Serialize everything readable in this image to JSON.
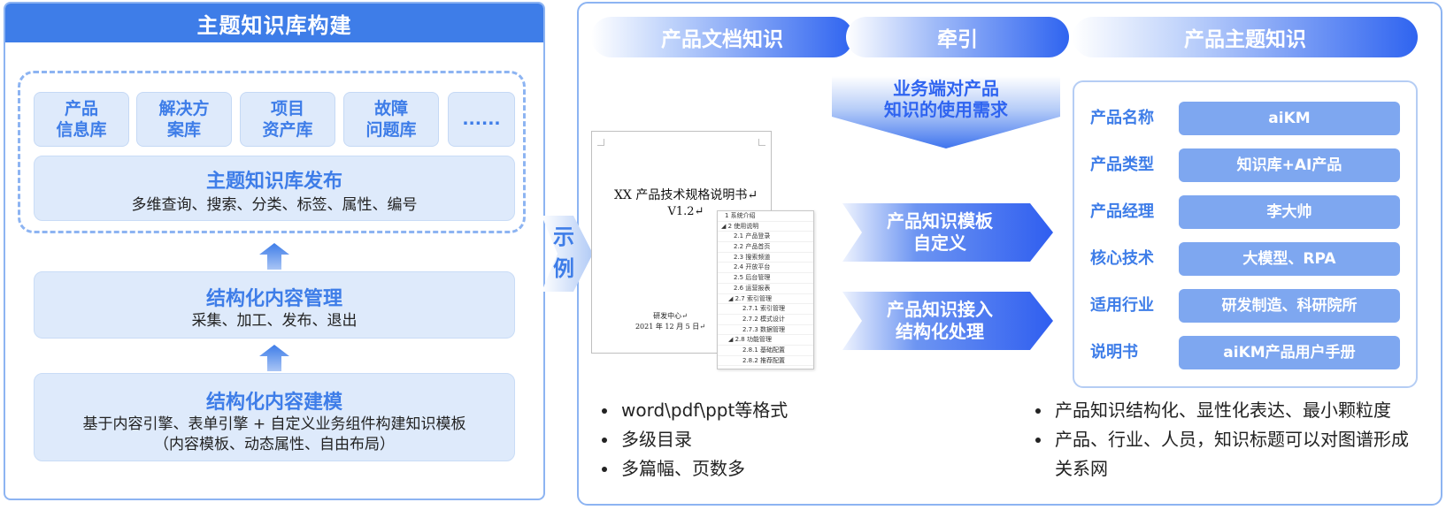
{
  "left": {
    "title": "主题知识库构建",
    "libraries": [
      {
        "label": "产品\n信息库"
      },
      {
        "label": "解决方\n案库"
      },
      {
        "label": "项目\n资产库"
      },
      {
        "label": "故障\n问题库"
      },
      {
        "label": "......"
      }
    ],
    "publish": {
      "title": "主题知识库发布",
      "subtitle": "多维查询、搜索、分类、标签、属性、编号"
    },
    "management": {
      "title": "结构化内容管理",
      "subtitle": "采集、加工、发布、退出"
    },
    "modeling": {
      "title": "结构化内容建模",
      "subtitle_line1": "基于内容引擎、表单引擎 + 自定义业务组件构建知识模板",
      "subtitle_line2": "（内容模板、动态属性、自由布局）"
    }
  },
  "example_label": "示\n例",
  "right": {
    "headers": {
      "doc": "产品文档知识",
      "pull": "牵引",
      "topic": "产品主题知识"
    },
    "demand": "业务端对产品\n知识的使用需求",
    "process_steps": [
      {
        "label": "产品知识模板\n自定义"
      },
      {
        "label": "产品知识接入\n结构化处理"
      }
    ],
    "document": {
      "title": "XX 产品技术规格说明书↵",
      "version": "V1.2↵",
      "department": "研发中心↵",
      "date": "2021 年 12 月 5 日↵",
      "toc": [
        "1 系统介绍",
        "◢ 2 使用说明",
        "2.1 产品登录",
        "2.2 产品首页",
        "2.3 搜索频道",
        "2.4 开放平台",
        "2.5 后台管理",
        "2.6 运营报表",
        "◢ 2.7 索引管理",
        "2.7.1 索引管理",
        "2.7.2 模式设计",
        "2.7.3 数据管理",
        "◢ 2.8 功能管理",
        "2.8.1 基础配置",
        "2.8.2 推荐配置"
      ]
    },
    "doc_bullets": [
      "word\\pdf\\ppt等格式",
      "多级目录",
      "多篇幅、页数多"
    ],
    "topic_props": [
      {
        "label": "产品名称",
        "value": "aiKM"
      },
      {
        "label": "产品类型",
        "value": "知识库+AI产品"
      },
      {
        "label": "产品经理",
        "value": "李大帅"
      },
      {
        "label": "核心技术",
        "value": "大模型、RPA"
      },
      {
        "label": "适用行业",
        "value": "研发制造、科研院所"
      },
      {
        "label": "说明书",
        "value": "aiKM产品用户手册"
      }
    ],
    "topic_bullets": [
      "产品知识结构化、显性化表达、最小颗粒度",
      "产品、行业、人员，知识标题可以对图谱形成关系网"
    ]
  }
}
